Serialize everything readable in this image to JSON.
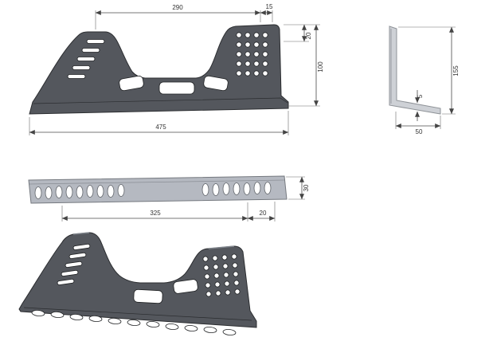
{
  "colors": {
    "background": "#ffffff",
    "bracket_dark": "#54575d",
    "bracket_outline": "#2b2d30",
    "bar_light": "#b5b9c1",
    "angle_light": "#ced1d6",
    "dimension_lines": "#4a4a4a",
    "dimension_text": "#333333"
  },
  "dimensions": {
    "side_view": {
      "top_width": "290",
      "top_right_offset": "15",
      "right_upper": "20",
      "right_height": "100",
      "overall_length": "475"
    },
    "angle_profile": {
      "height": "155",
      "thickness": "5",
      "flange_width": "50"
    },
    "plan_view": {
      "bar_width": "30",
      "slot_span": "325",
      "end_offset": "20"
    }
  }
}
